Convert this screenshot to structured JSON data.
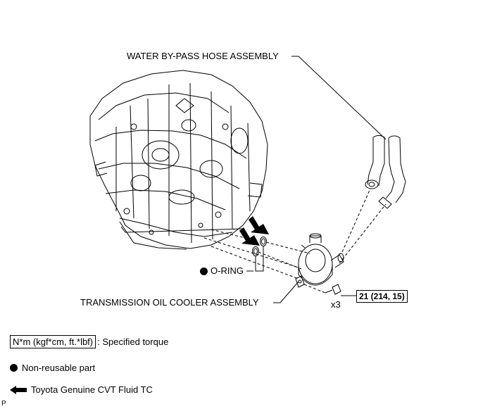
{
  "labels": {
    "water_hose": "WATER BY-PASS HOSE ASSEMBLY",
    "oring": "O-RING",
    "oil_cooler": "TRANSMISSION OIL COOLER ASSEMBLY",
    "torque": "21 (214, 15)",
    "bolt_qty": "x3"
  },
  "legend": {
    "torque_box": "N*m (kgf*cm, ft.*lbf)",
    "torque_text": ": Specified torque",
    "nonreusable": "Non-reusable part",
    "fluid": "Toyota Genuine CVT Fluid TC"
  },
  "footer": {
    "code": "P"
  },
  "icons": {
    "nonreusable": "filled-circle-icon",
    "fluid": "left-arrow-icon"
  }
}
